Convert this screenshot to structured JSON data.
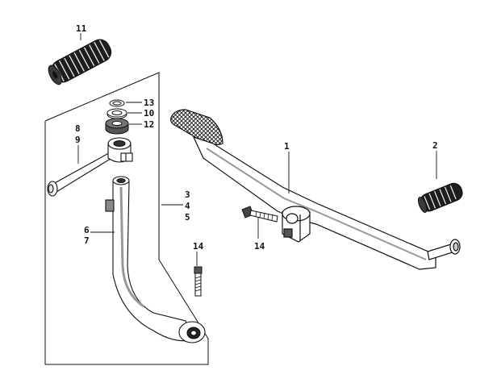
{
  "diagram": {
    "callouts": {
      "c11": "11",
      "c13": "13",
      "c10": "10",
      "c12": "12",
      "c8": "8",
      "c9": "9",
      "c1": "1",
      "c2": "2",
      "c3": "3",
      "c4": "4",
      "c5": "5",
      "c6": "6",
      "c7": "7",
      "c14a": "14",
      "c14b": "14"
    },
    "colors": {
      "ink": "#111111",
      "paper": "#ffffff",
      "rubber_dark": "#2a2a2a",
      "metal_shade": "#8a8a8a"
    }
  }
}
